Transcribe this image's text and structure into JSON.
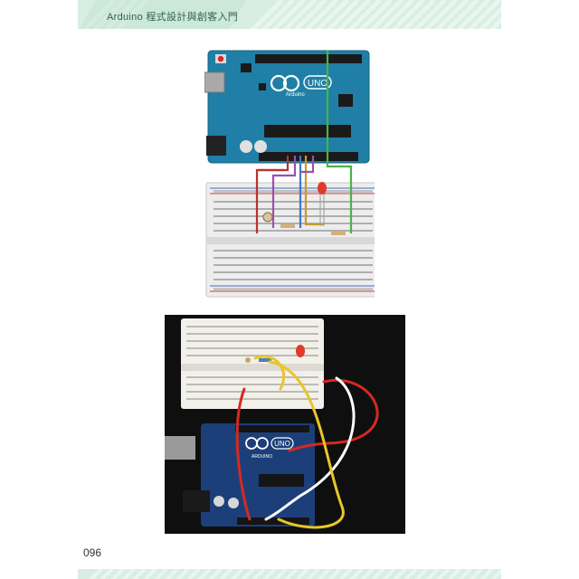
{
  "header": {
    "title": "Arduino 程式設計與創客入門",
    "band_color": "#d8eee2",
    "stripe_color": "#e9f6ef"
  },
  "figures": {
    "wiring_diagram": {
      "board_color": "#1f7fa6",
      "board_brand": "Arduino",
      "board_model": "UNO",
      "led_color": "#e23a2a",
      "wire_colors": [
        "#b8332c",
        "#9c4fae",
        "#3f79c9",
        "#c99a2e",
        "#4bb344"
      ]
    },
    "breadboard_photo": {
      "board_color": "#1c3f7a",
      "board_brand": "ARDUINO",
      "board_model": "UNO",
      "led_color": "#e23a2a",
      "wire_colors": [
        "#d42a22",
        "#ffffff",
        "#e8c62a"
      ]
    }
  },
  "footer": {
    "page_number": "096"
  }
}
